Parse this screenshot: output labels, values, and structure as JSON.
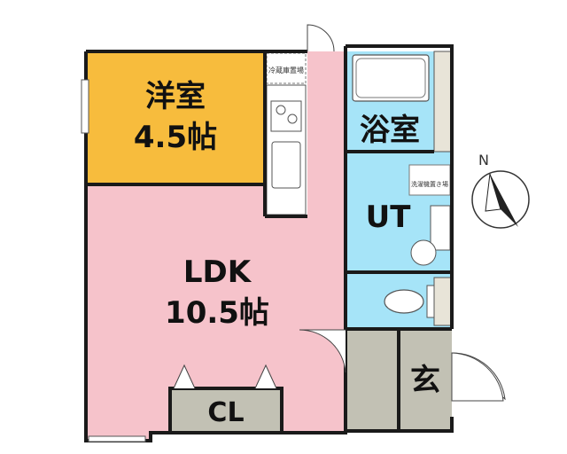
{
  "rooms": {
    "western": {
      "name": "洋室",
      "size": "4.5帖"
    },
    "ldk": {
      "name": "LDK",
      "size": "10.5帖"
    },
    "bath": {
      "name": "浴室"
    },
    "ut": {
      "name": "UT"
    },
    "entrance": {
      "name": "玄"
    },
    "closet": {
      "name": "CL"
    }
  },
  "fixtures": {
    "fridge": "冷蔵庫置場",
    "washer": "洗濯機置き場"
  },
  "compass": {
    "north": "N"
  },
  "colors": {
    "western": "#f7bc3d",
    "ldk": "#f6c3cb",
    "wet": "#a6e4f8",
    "entrance": "#c2c1b4",
    "closet": "#c2c1b4",
    "wall": "#1a1a1a"
  }
}
